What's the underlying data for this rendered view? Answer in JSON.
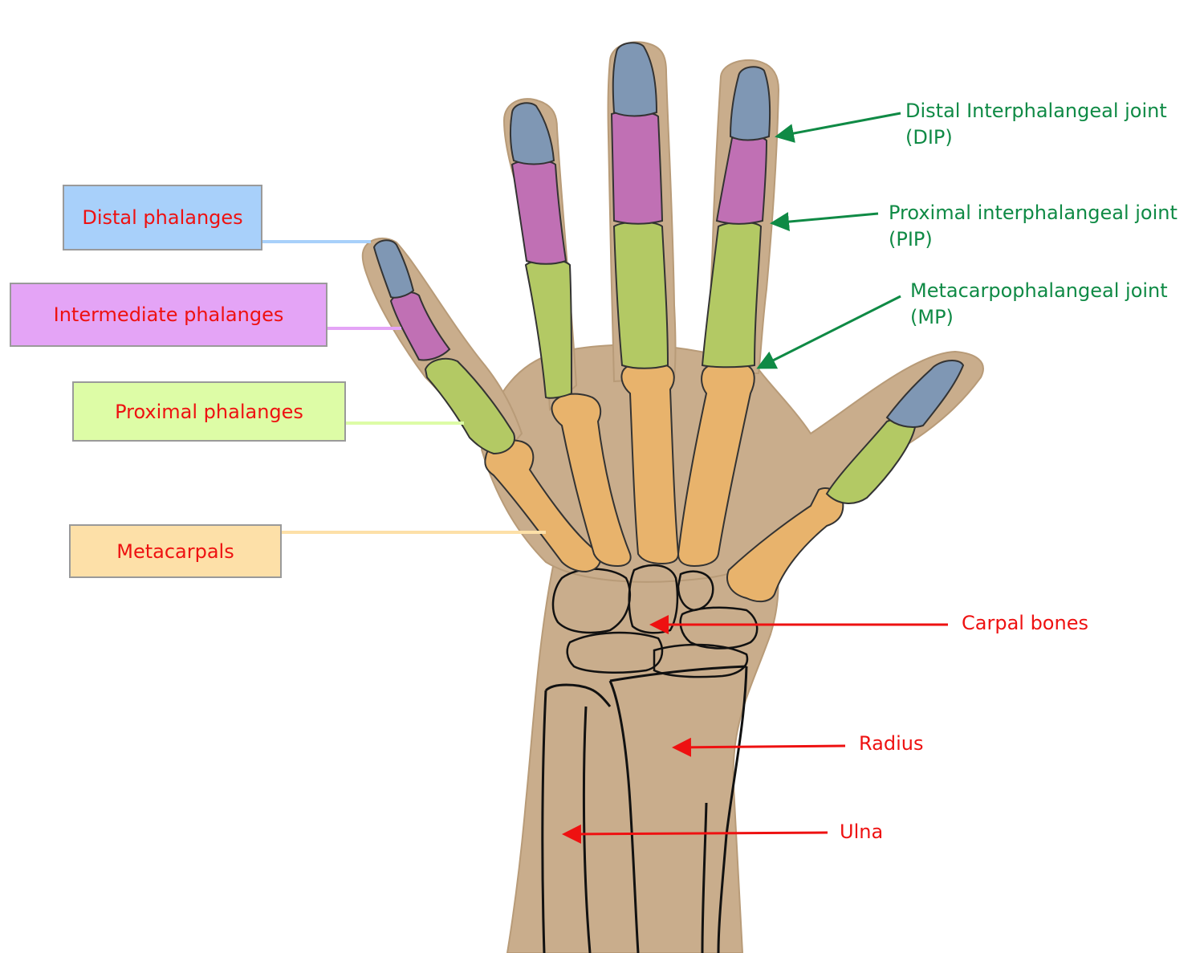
{
  "bone_labels": {
    "distal": "Distal phalanges",
    "intermediate": "Intermediate phalanges",
    "proximal": "Proximal phalanges",
    "metacarpals": "Metacarpals"
  },
  "joint_labels": {
    "dip_line1": "Distal Interphalangeal joint",
    "dip_line2": "(DIP)",
    "pip_line1": "Proximal interphalangeal joint",
    "pip_line2": "(PIP)",
    "mp_line1": "Metacarpophalangeal joint",
    "mp_line2": "(MP)"
  },
  "arrow_labels": {
    "carpal": "Carpal bones",
    "radius": "Radius",
    "ulna": "Ulna"
  },
  "colors": {
    "skin": "#c9ad8c",
    "skin_edge": "#b89b78",
    "distal_bone": "#7f97b4",
    "intermediate_bone": "#c070b4",
    "proximal_bone": "#b3c964",
    "metacarpal_bone": "#e8b36c",
    "distal_box": "#a8d0fa",
    "intermediate_box": "#e4a4f6",
    "proximal_box": "#ddfca6",
    "metacarpal_box": "#fde0a8",
    "label_red": "#ee1111",
    "label_green": "#0f8a45"
  }
}
